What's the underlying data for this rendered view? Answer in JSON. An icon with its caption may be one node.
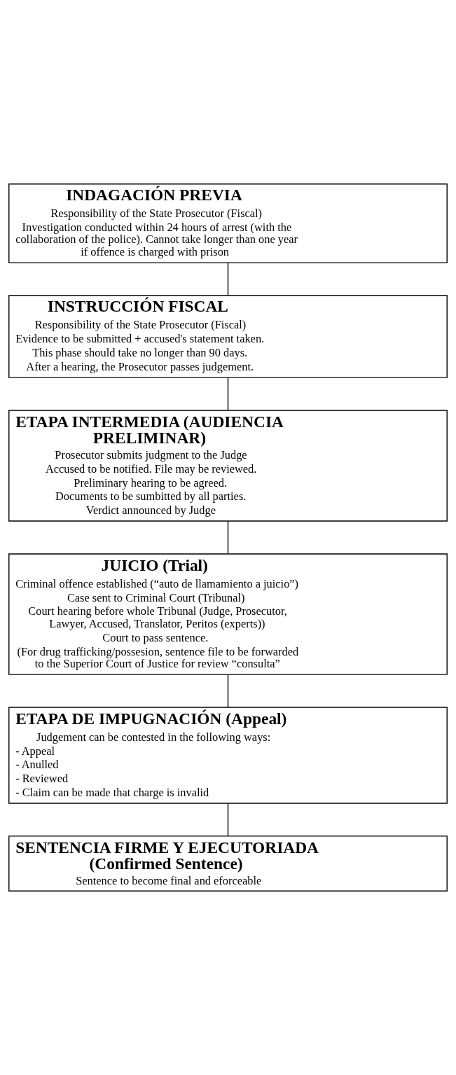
{
  "diagram": {
    "nodes": [
      {
        "text": [
          "INDAGACIÓN PREVIA",
          "Responsibility of the State Prosecutor (Fiscal)",
          "Investigation conducted within 24 hours of arrest (with the collaboration of the police). Cannot take longer than one year if offence is charged with prison"
        ]
      },
      {
        "text": [
          "INSTRUCCIÓN FISCAL",
          "Responsibility of the State Prosecutor (Fiscal)",
          "Evidence to be submitted + accused's statement taken.",
          "This phase should take no longer than 90 days.",
          "After a hearing, the Prosecutor passes judgement."
        ]
      },
      {
        "text": [
          "ETAPA INTERMEDIA (AUDIENCIA PRELIMINAR)",
          "Prosecutor submits judgment to the Judge",
          "Accused to be notified. File may be reviewed.",
          "Preliminary hearing to be agreed.",
          "Documents to be sumbitted by all parties.",
          "Verdict announced by Judge"
        ]
      },
      {
        "text": [
          "JUICIO (Trial)",
          "Criminal offence established (“auto de llamamiento a juicio”)",
          "Case sent to Criminal Court (Tribunal)",
          "Court hearing before whole Tribunal (Judge, Prosecutor, Lawyer, Accused, Translator, Peritos (experts))",
          "Court to pass sentence.",
          "(For drug trafficking/possesion, sentence file to be forwarded to the Superior Court of Justice for review “consulta”"
        ]
      },
      {
        "text": [
          "ETAPA DE IMPUGNACIÓN (Appeal)",
          "Judgement can be contested in the following ways:",
          "- Appeal",
          "- Anulled",
          "- Reviewed",
          "- Claim can be made that charge is invalid"
        ]
      },
      {
        "text": [
          "SENTENCIA FIRME Y EJECUTORIADA (Confirmed Sentence)",
          "Sentence to become final and eforceable"
        ]
      }
    ],
    "edges": [
      {
        "from": 0,
        "to": 1,
        "arrow": "none"
      },
      {
        "from": 1,
        "to": 2,
        "arrow": "none"
      },
      {
        "from": 2,
        "to": 3,
        "arrow": "none"
      },
      {
        "from": 3,
        "to": 4,
        "arrow": "none"
      },
      {
        "from": 4,
        "to": 5,
        "arrow": "none"
      }
    ]
  }
}
